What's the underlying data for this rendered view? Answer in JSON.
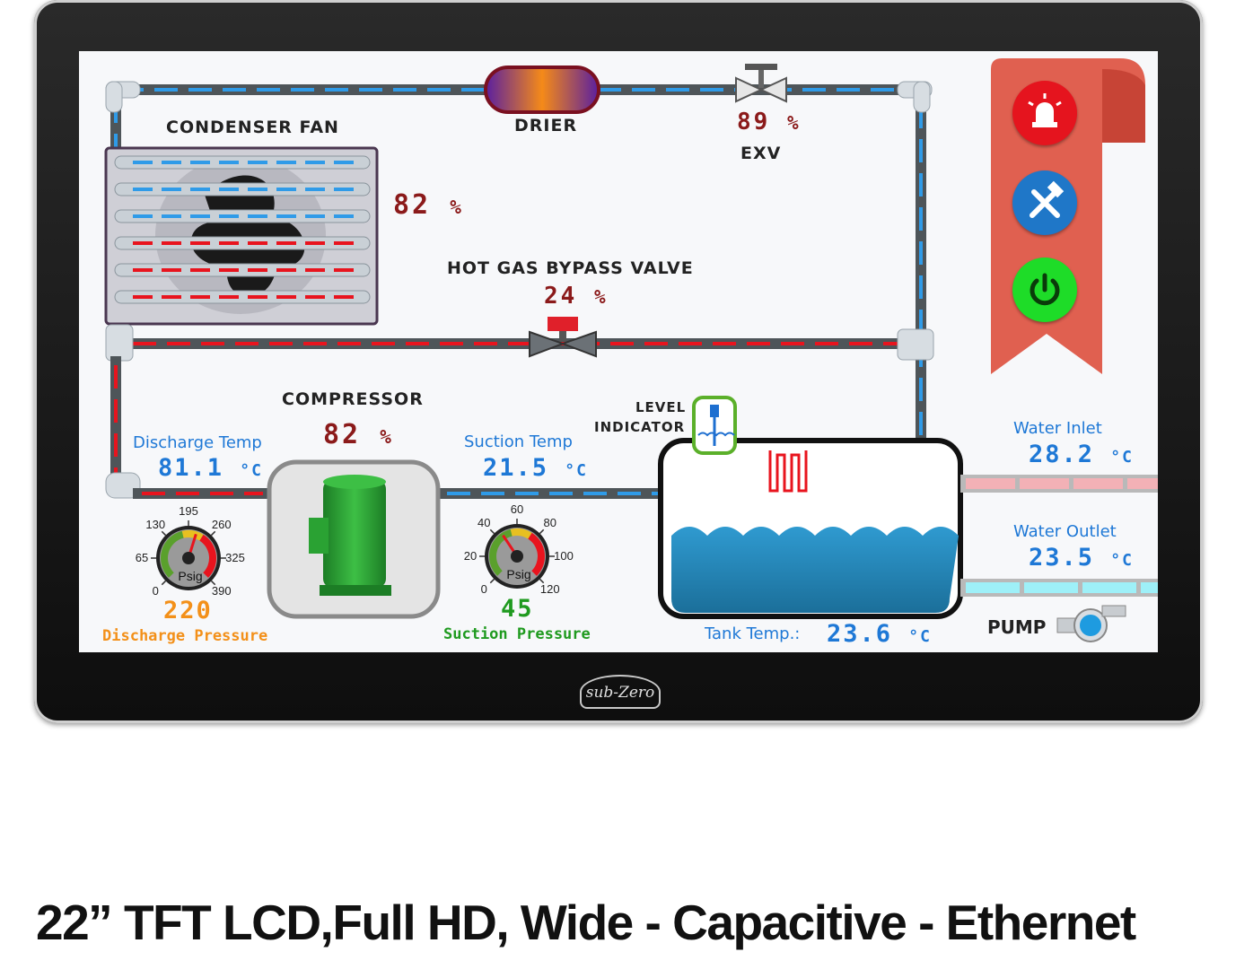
{
  "labels": {
    "condenser_fan": "CONDENSER FAN",
    "drier": "DRIER",
    "exv": "EXV",
    "hot_gas_bypass": "HOT GAS BYPASS VALVE",
    "compressor": "COMPRESSOR",
    "level_indicator_line1": "LEVEL",
    "level_indicator_line2": "INDICATOR",
    "pump": "PUMP"
  },
  "readings": {
    "condenser_fan_pct": "82",
    "exv_pct": "89",
    "hot_gas_bypass_pct": "24",
    "compressor_pct": "82",
    "pct_unit": "%",
    "discharge_temp_label": "Discharge Temp",
    "discharge_temp": "81.1",
    "suction_temp_label": "Suction Temp",
    "suction_temp": "21.5",
    "water_inlet_label": "Water Inlet",
    "water_inlet": "28.2",
    "water_outlet_label": "Water Outlet",
    "water_outlet": "23.5",
    "tank_temp_label": "Tank Temp.:",
    "tank_temp": "23.6",
    "temp_unit": "°C",
    "discharge_pressure": "220",
    "discharge_pressure_label": "Discharge Pressure",
    "suction_pressure": "45",
    "suction_pressure_label": "Suction Pressure"
  },
  "gauges": {
    "discharge": {
      "unit": "Psig",
      "ticks": [
        "0",
        "65",
        "130",
        "195",
        "260",
        "325",
        "390"
      ],
      "value": 220,
      "min": 0,
      "max": 390
    },
    "suction": {
      "unit": "Psig",
      "ticks": [
        "0",
        "20",
        "40",
        "60",
        "80",
        "100",
        "120"
      ],
      "value": 45,
      "min": 0,
      "max": 120
    }
  },
  "brand": {
    "logo_text": "sub-Zero"
  },
  "caption": "22” TFT LCD,Full HD, Wide - Capacitive - Ethernet",
  "colors": {
    "hot_line": "#e8141e",
    "cold_line": "#2f9be8",
    "pipe": "#555b60",
    "tank_water": "#2589be",
    "ribbon": "#e06050",
    "alarm_button": "#e5141e",
    "settings_button": "#1f77c8",
    "power_button": "#1edc28",
    "discharge_color": "#f39019",
    "suction_color": "#1f9a1f"
  },
  "icons": {
    "alarm": "siren-icon",
    "settings": "tools-icon",
    "power": "power-icon"
  }
}
